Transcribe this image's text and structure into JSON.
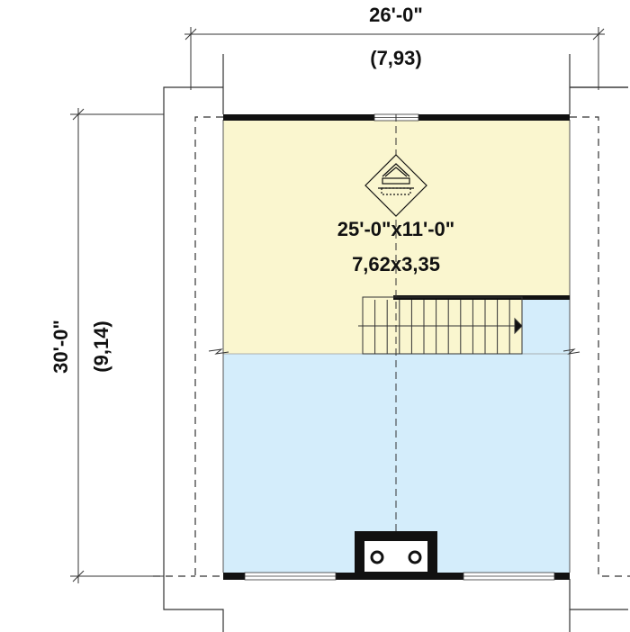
{
  "dimensions": {
    "width_imperial": "26'-0\"",
    "width_metric": "(7,93)",
    "depth_imperial": "30'-0\"",
    "depth_metric": "(9,14)"
  },
  "room": {
    "size_imperial": "25'-0\"x11'-0\"",
    "size_metric": "7,62x3,35",
    "icon": "loft-icon"
  },
  "colors": {
    "loft_fill": "#faf6cf",
    "open_below_fill": "#d4edfb",
    "wall": "#111111"
  }
}
